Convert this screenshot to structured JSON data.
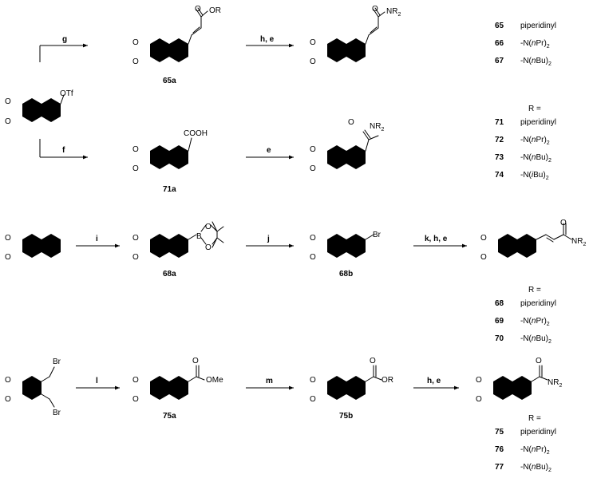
{
  "colors": {
    "ink": "#000000",
    "background": "#ffffff"
  },
  "atoms": {
    "o": "O",
    "otf": "OTf",
    "or": "OR",
    "nr2": "NR",
    "sub2": "2",
    "cooh": "COOH",
    "b": "B",
    "br": "Br",
    "ome": "OMe",
    "r": "R"
  },
  "rows": [
    {
      "steps": [
        {
          "reagent": "g",
          "product": "65a"
        },
        {
          "reagent": "h, e"
        }
      ],
      "table": {
        "header": "",
        "entries": [
          {
            "num": "65",
            "sub": "piperidinyl"
          },
          {
            "num": "66",
            "sub_pre": "-N(",
            "sub_it": "n",
            "sub_mid": "Pr)",
            "sub_idx": "2"
          },
          {
            "num": "67",
            "sub_pre": "-N(",
            "sub_it": "n",
            "sub_mid": "Bu)",
            "sub_idx": "2"
          }
        ]
      }
    },
    {
      "steps": [
        {
          "reagent": "f",
          "product": "71a"
        },
        {
          "reagent": "e"
        }
      ],
      "table": {
        "header": "R =",
        "entries": [
          {
            "num": "71",
            "sub": "piperidinyl"
          },
          {
            "num": "72",
            "sub_pre": "-N(",
            "sub_it": "n",
            "sub_mid": "Pr)",
            "sub_idx": "2"
          },
          {
            "num": "73",
            "sub_pre": "-N(",
            "sub_it": "n",
            "sub_mid": "Bu)",
            "sub_idx": "2"
          },
          {
            "num": "74",
            "sub_pre": "-N(",
            "sub_it": "i",
            "sub_mid": "Bu)",
            "sub_idx": "2"
          }
        ]
      }
    },
    {
      "steps": [
        {
          "reagent": "i",
          "product": "68a"
        },
        {
          "reagent": "j",
          "product": "68b"
        },
        {
          "reagent": "k, h, e"
        }
      ],
      "table": {
        "header": "R =",
        "entries": [
          {
            "num": "68",
            "sub": "piperidinyl"
          },
          {
            "num": "69",
            "sub_pre": "-N(",
            "sub_it": "n",
            "sub_mid": "Pr)",
            "sub_idx": "2"
          },
          {
            "num": "70",
            "sub_pre": "-N(",
            "sub_it": "n",
            "sub_mid": "Bu)",
            "sub_idx": "2"
          }
        ]
      }
    },
    {
      "steps": [
        {
          "reagent": "l",
          "product": "75a"
        },
        {
          "reagent": "m",
          "product": "75b"
        },
        {
          "reagent": "h, e"
        }
      ],
      "table": {
        "header": "R =",
        "entries": [
          {
            "num": "75",
            "sub": "piperidinyl"
          },
          {
            "num": "76",
            "sub_pre": "-N(",
            "sub_it": "n",
            "sub_mid": "Pr)",
            "sub_idx": "2"
          },
          {
            "num": "77",
            "sub_pre": "-N(",
            "sub_it": "n",
            "sub_mid": "Bu)",
            "sub_idx": "2"
          }
        ]
      }
    }
  ]
}
